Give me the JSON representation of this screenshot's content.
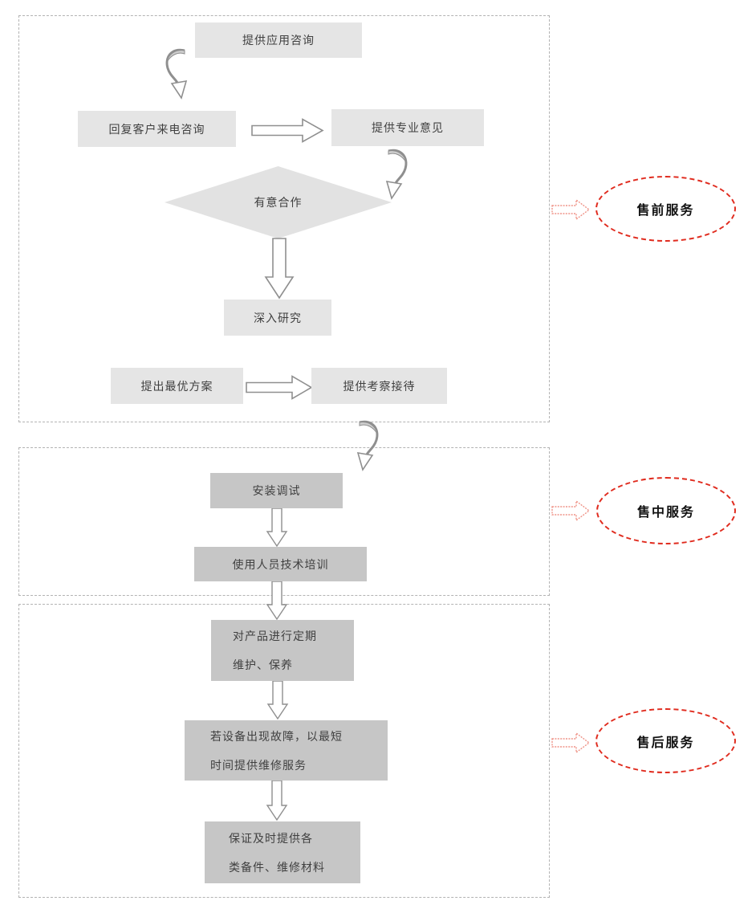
{
  "diagram": {
    "pre_sales": {
      "label": "售前服务",
      "nodes": {
        "app_consult": "提供应用咨询",
        "reply_calls": "回复客户来电咨询",
        "pro_advice": "提供专业意见",
        "cooperate": "有意合作",
        "deep_research": "深入研究",
        "best_plan": "提出最优方案",
        "visit_reception": "提供考察接待"
      }
    },
    "in_sales": {
      "label": "售中服务",
      "nodes": {
        "install_debug": "安装调试",
        "training": "使用人员技术培训"
      }
    },
    "after_sales": {
      "label": "售后服务",
      "nodes": {
        "maintenance_line1": "对产品进行定期",
        "maintenance_line2": "维护、保养",
        "repair_line1": "若设备出现故障，以最短",
        "repair_line2": "时间提供维修服务",
        "spares_line1": "保证及时提供各",
        "spares_line2": "类备件、维修材料"
      }
    }
  },
  "colors": {
    "light_box": "#e5e5e5",
    "dark_box": "#c6c6c6",
    "diamond": "#e2e2e2",
    "arrow_outline": "#8f8f8f",
    "section_border": "#b3b3b3",
    "accent_red": "#e02b1e",
    "red_arrow_outline": "#ef9488",
    "text": "#404040"
  }
}
